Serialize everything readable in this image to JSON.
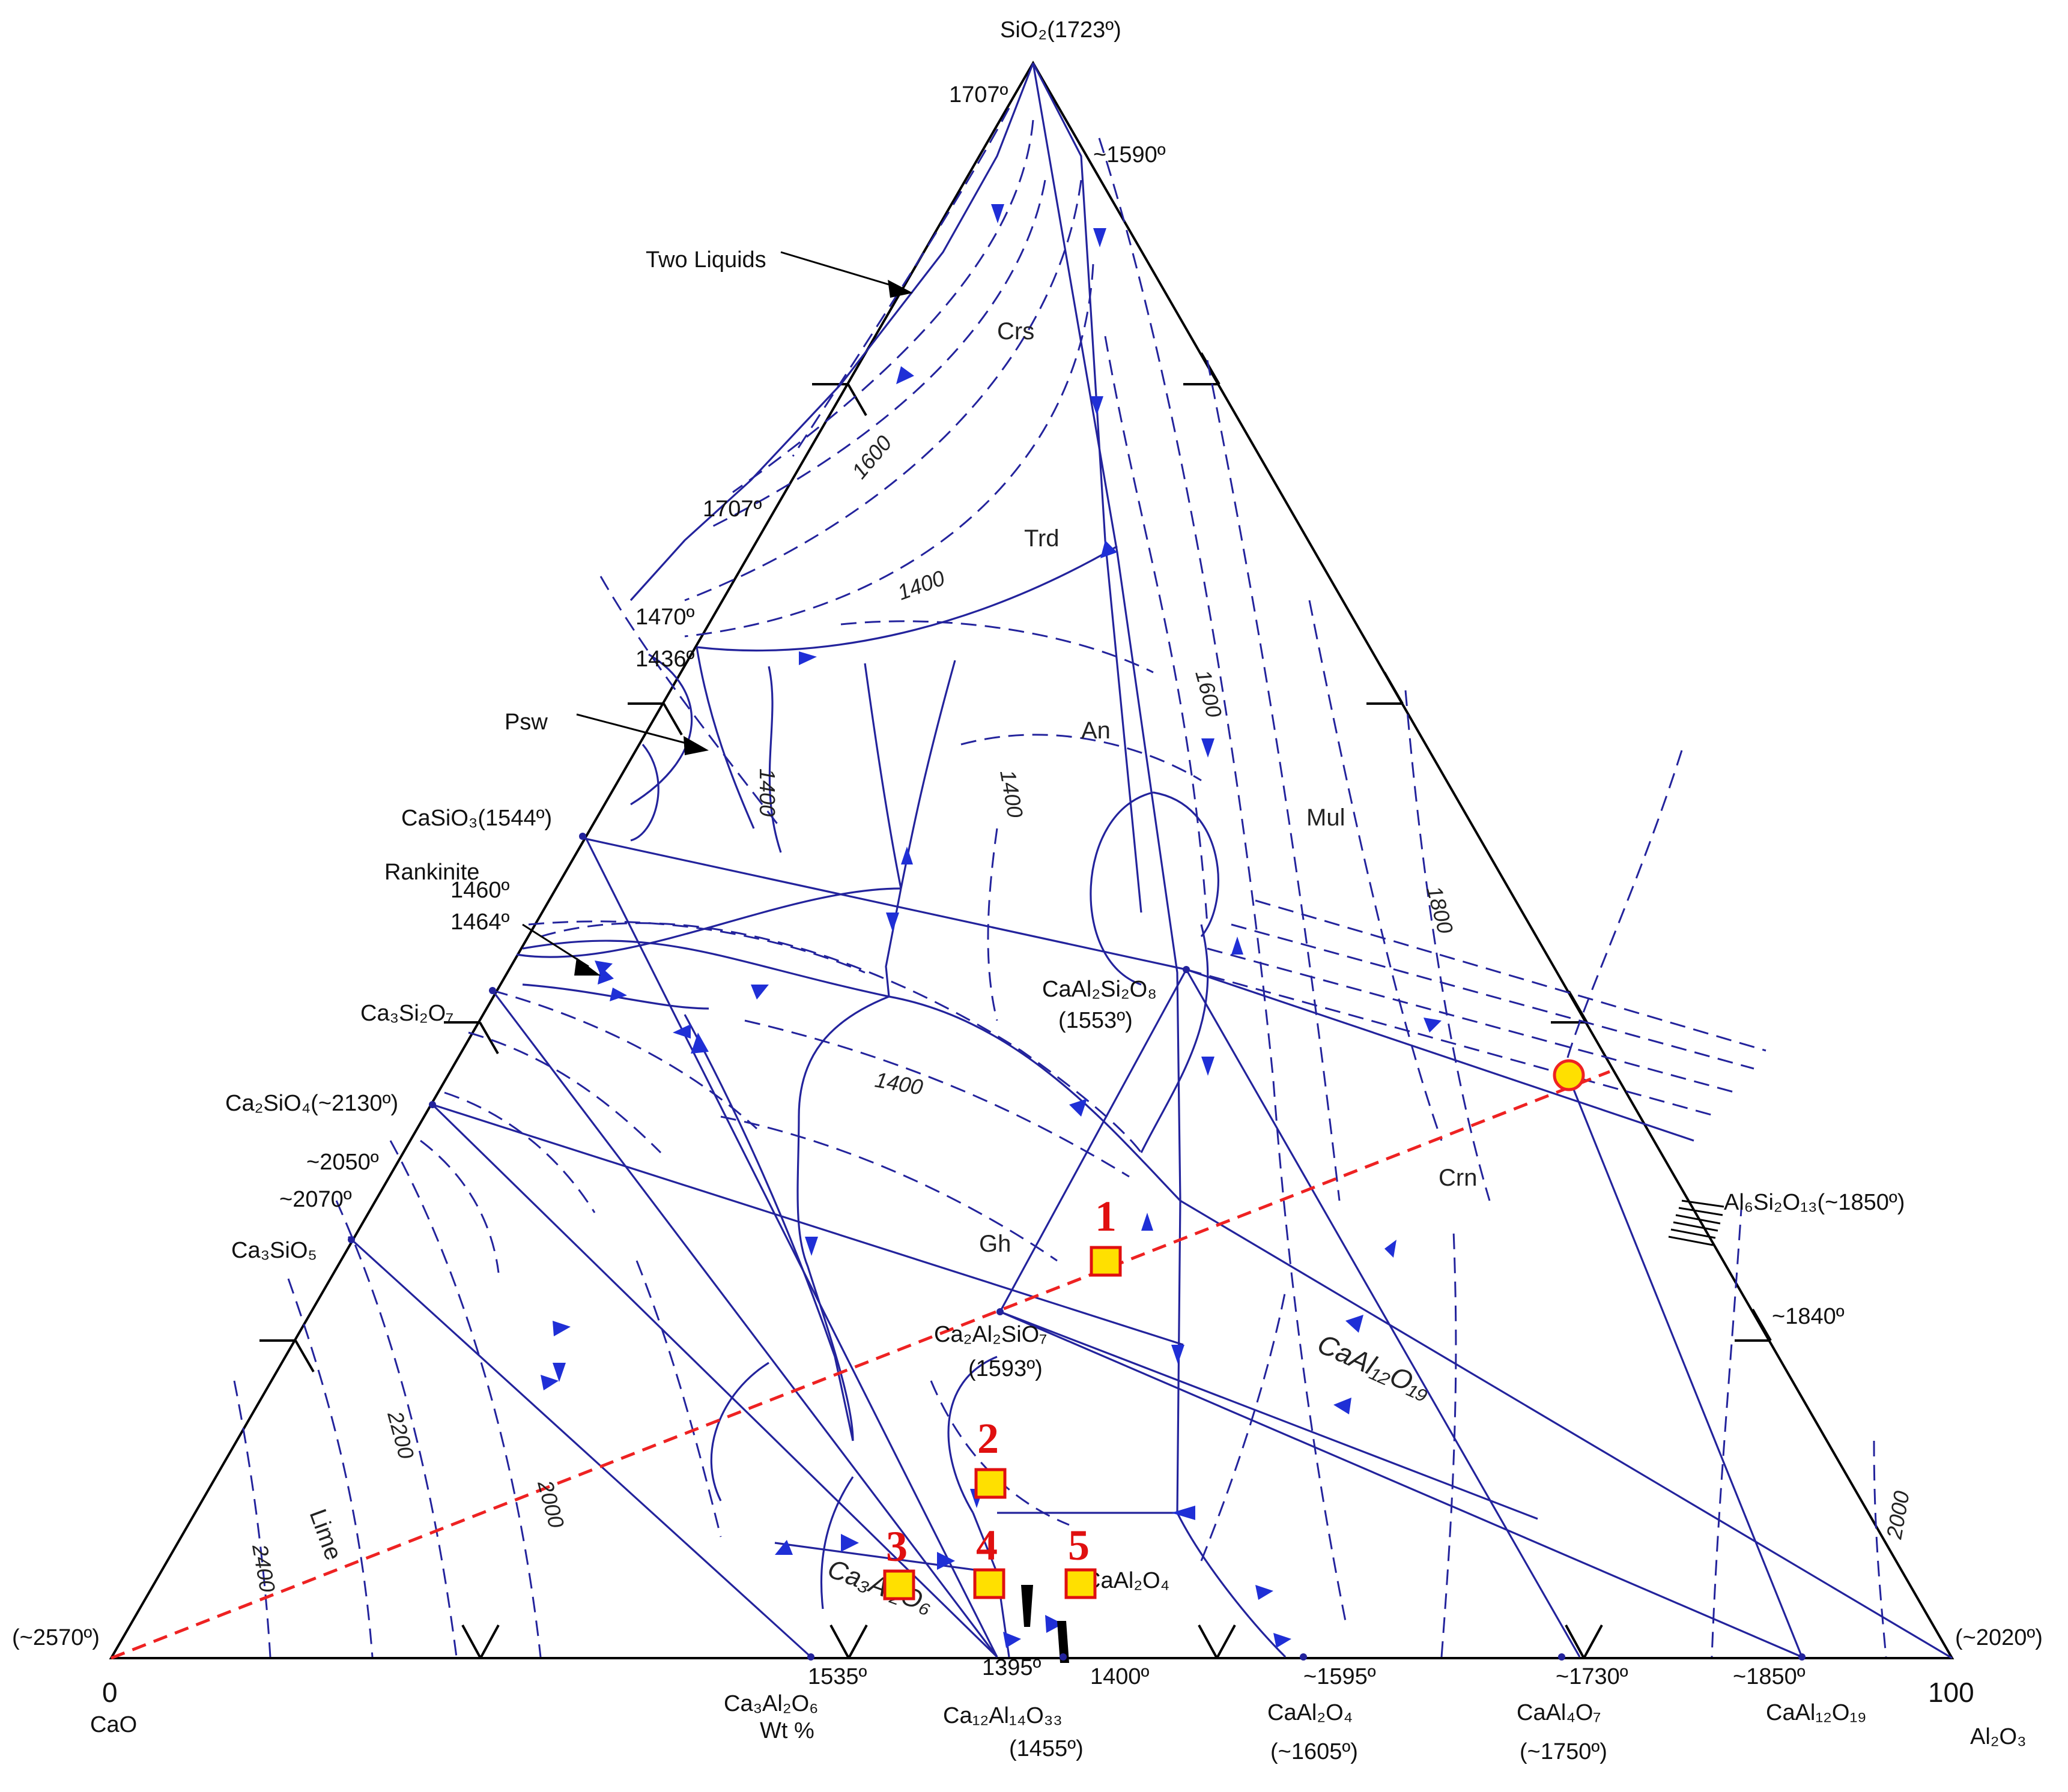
{
  "diagram": {
    "vertices": {
      "top": "SiO₂(1723º)",
      "left_top": "(~2570º)",
      "left_zero": "0",
      "left_name": "CaO",
      "right_top": "(~2020º)",
      "right_100": "100",
      "right_name": "Al₂O₃"
    },
    "top_labels": {
      "t1707a": "1707º",
      "t1590": "~1590º",
      "t1707b": "1707º",
      "t1470": "1470º",
      "t1436": "1436º",
      "t1460": "1460º",
      "t1464": "1464º",
      "t2050": "~2050º",
      "t2070": "~2070º",
      "t1840": "~1840º"
    },
    "annotations": {
      "two_liquids": "Two Liquids",
      "psw": "Psw",
      "rankinite": "Rankinite"
    },
    "compounds": {
      "casio3": "CaSiO₃(1544º)",
      "ca3si2o7": "Ca₃Si₂O₇",
      "ca2sio4": "Ca₂SiO₄(~2130º)",
      "ca3sio5": "Ca₃SiO₅",
      "anorthite": "CaAl₂Si₂O₈",
      "anorthite_t": "(1553º)",
      "gehlenite": "Ca₂Al₂SiO₇",
      "gehlenite_t": "(1593º)",
      "mullite": "Al₆Si₂O₁₃(~1850º)",
      "cal2o4_inner": "CaAl₂O₄",
      "cal12o19_inner": "CaAl₁₂O₁₉",
      "c3a_inner": "Ca₃Al₂O₆"
    },
    "phase_fields": {
      "crs": "Crs",
      "trd": "Trd",
      "an": "An",
      "mul": "Mul",
      "crn": "Crn",
      "gh": "Gh",
      "lime": "Lime"
    },
    "isotherms": {
      "i1600a": "1600",
      "i1400a": "1400",
      "i1400b": "1400",
      "i1600b": "1600",
      "i1400c": "1400",
      "i1800": "1800",
      "i1400d": "1400",
      "i2200": "2200",
      "i2000a": "2000",
      "i2400": "2400",
      "i2000b": "2000"
    },
    "base_labels": {
      "b1535": "1535º",
      "b1395": "1395º",
      "b1400": "1400º",
      "b1595": "~1595º",
      "b1730": "~1730º",
      "b1850": "~1850º",
      "c3a": "Ca₃Al₂O₆",
      "wt": "Wt %",
      "c12a7": "Ca₁₂Al₁₄O₃₃",
      "c12a7_t": "(1455º)",
      "ca": "CaAl₂O₄",
      "ca_t": "(~1605º)",
      "ca2": "CaAl₄O₇",
      "ca2_t": "(~1750º)",
      "ca6": "CaAl₁₂O₁₉"
    },
    "markers": [
      "1",
      "2",
      "3",
      "4",
      "5"
    ],
    "colors": {
      "lines": "#23239c",
      "arrows": "#1f2fd6",
      "marker_fill": "#ffe000",
      "marker_stroke": "#e01010",
      "dashed_red": "#ee2222"
    }
  }
}
